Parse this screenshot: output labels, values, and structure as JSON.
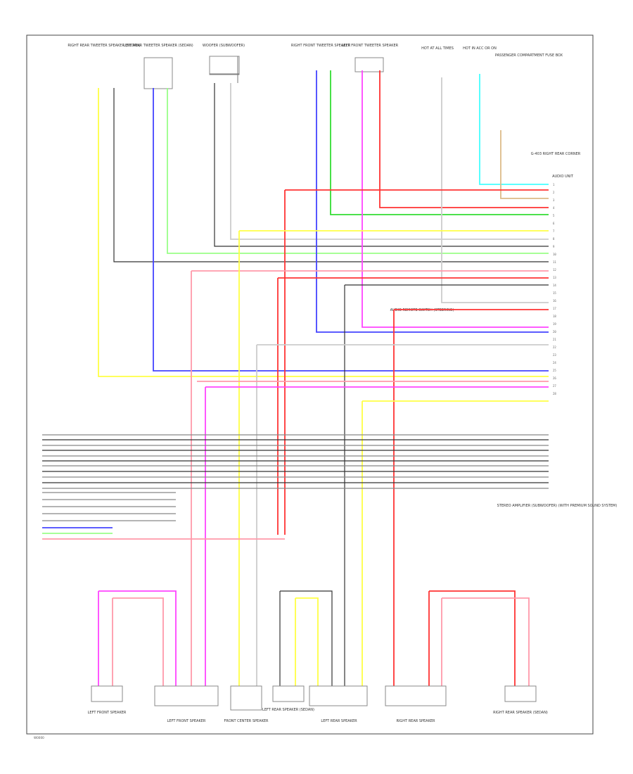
{
  "page_code": "W0000",
  "top_connectors": [
    {
      "id": "rr_tweeter_top",
      "text": "RIGHT REAR TWEETER SPEAKER (SEDAN)"
    },
    {
      "id": "lr_tweeter_top",
      "text": "LEFT REAR TWEETER SPEAKER (SEDAN)"
    },
    {
      "id": "sub_top",
      "text": "WOOFER (SUBWOOFER)"
    },
    {
      "id": "rf_tweeter",
      "text": "RIGHT FRONT TWEETER SPEAKER"
    },
    {
      "id": "lf_tweeter",
      "text": "LEFT FRONT TWEETER SPEAKER"
    },
    {
      "id": "batt_a",
      "text": "HOT AT ALL TIMES"
    },
    {
      "id": "batt_b",
      "text": "HOT IN ACC OR ON"
    },
    {
      "id": "fuse_box",
      "text": "PASSENGER COMPARTMENT FUSE BOX"
    }
  ],
  "ground_text": "G-403 RIGHT REAR CORNER",
  "ecu_label": "AUDIO UNIT",
  "right_module": "STEREO AMPLIFIER (SUBWOOFER) (WITH PREMIUM SOUND SYSTEM)",
  "bottom_connectors": [
    {
      "id": "lf_door",
      "text": "LEFT FRONT SPEAKER"
    },
    {
      "id": "lf_spk",
      "text": "LEFT FRONT SPEAKER"
    },
    {
      "id": "ctr_spk",
      "text": "FRONT CENTER SPEAKER"
    },
    {
      "id": "lr_door",
      "text": "LEFT REAR SPEAKER (SEDAN)"
    },
    {
      "id": "lr_spk",
      "text": "LEFT REAR SPEAKER"
    },
    {
      "id": "rr_spk",
      "text": "RIGHT REAR SPEAKER"
    },
    {
      "id": "rr_door",
      "text": "RIGHT REAR SPEAKER (SEDAN)"
    }
  ],
  "mid_label": "AUDIO REMOTE SWITCH (STEERING)",
  "right_pins": [
    "1",
    "2",
    "3",
    "4",
    "5",
    "6",
    "7",
    "8",
    "9",
    "10",
    "11",
    "12",
    "13",
    "14",
    "15",
    "16",
    "17",
    "18",
    "19",
    "20",
    "21",
    "22",
    "23",
    "24",
    "25",
    "26",
    "27",
    "28"
  ],
  "colors": {
    "red": "#ff3333",
    "pink": "#ff99aa",
    "yellow": "#ffff44",
    "blue": "#4444ff",
    "green": "#33dd33",
    "lightgreen": "#99ff88",
    "magenta": "#ff44ff",
    "black": "#333333",
    "gray": "#888888",
    "cyan": "#44ffff",
    "tan": "#ddbb88",
    "white": "#cccccc"
  }
}
